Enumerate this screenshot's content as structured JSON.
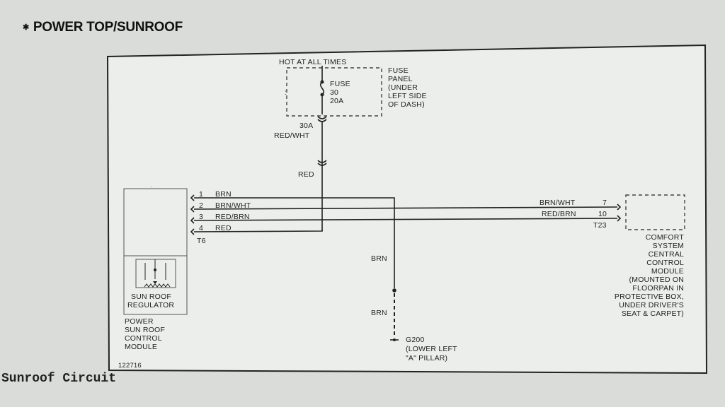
{
  "header": {
    "title": "POWER TOP/SUNROOF",
    "bullet": "✱"
  },
  "caption": "Sunroof Circuit",
  "diagram": {
    "power_source": "HOT AT ALL TIMES",
    "fuse_panel": {
      "lines": [
        "FUSE",
        "PANEL",
        "(UNDER",
        "LEFT SIDE",
        "OF DASH)"
      ]
    },
    "fuse": {
      "lines": [
        "FUSE",
        "30",
        "20A"
      ]
    },
    "connector_rating": "30A",
    "feed_wire_top": "RED/WHT",
    "feed_wire_bottom": "RED",
    "module_connector": "T6",
    "module_pins": [
      {
        "pin": "1",
        "color": "BRN"
      },
      {
        "pin": "2",
        "color": "BRN/WHT"
      },
      {
        "pin": "3",
        "color": "RED/BRN"
      },
      {
        "pin": "4",
        "color": "RED"
      }
    ],
    "comfort_pins": [
      {
        "color": "BRN/WHT",
        "pin": "7"
      },
      {
        "color": "RED/BRN",
        "pin": "10"
      }
    ],
    "comfort_connector": "T23",
    "comfort_module": {
      "lines": [
        "COMFORT",
        "SYSTEM",
        "CENTRAL",
        "CONTROL",
        "MODULE",
        "(MOUNTED ON",
        "FLOORPAN IN",
        "PROTECTIVE BOX,",
        "UNDER DRIVER'S",
        "SEAT & CARPET)"
      ]
    },
    "regulator": {
      "lines": [
        "SUN ROOF",
        "REGULATOR"
      ]
    },
    "power_module": {
      "lines": [
        "POWER",
        "SUN ROOF",
        "CONTROL",
        "MODULE"
      ]
    },
    "ground_wire_top": "BRN",
    "ground_wire_bottom": "BRN",
    "ground": {
      "lines": [
        "G200",
        "(LOWER LEFT",
        "\"A\" PILLAR)"
      ]
    },
    "figure_number": "122716"
  }
}
